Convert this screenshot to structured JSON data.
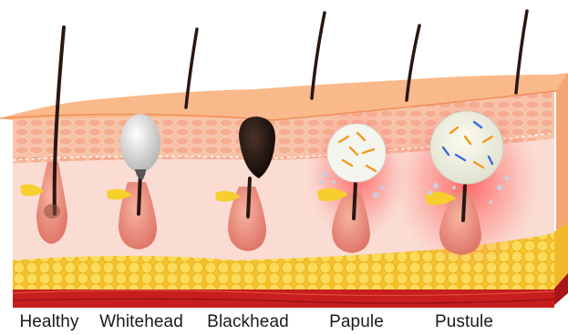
{
  "stages": [
    {
      "id": "healthy",
      "label": "Healthy"
    },
    {
      "id": "whitehead",
      "label": "Whitehead"
    },
    {
      "id": "blackhead",
      "label": "Blackhead"
    },
    {
      "id": "papule",
      "label": "Papule"
    },
    {
      "id": "pustule",
      "label": "Pustule"
    }
  ],
  "colors": {
    "epidermis": "#f9b98a",
    "dermis": "#fadcd2",
    "fat": "#f7cf3a",
    "muscle": "#c81e1e",
    "hair": "#2a1712",
    "whitehead": "#e6e6e6",
    "blackhead": "#1a0f0b",
    "inflammation": "#ff4d4d"
  }
}
